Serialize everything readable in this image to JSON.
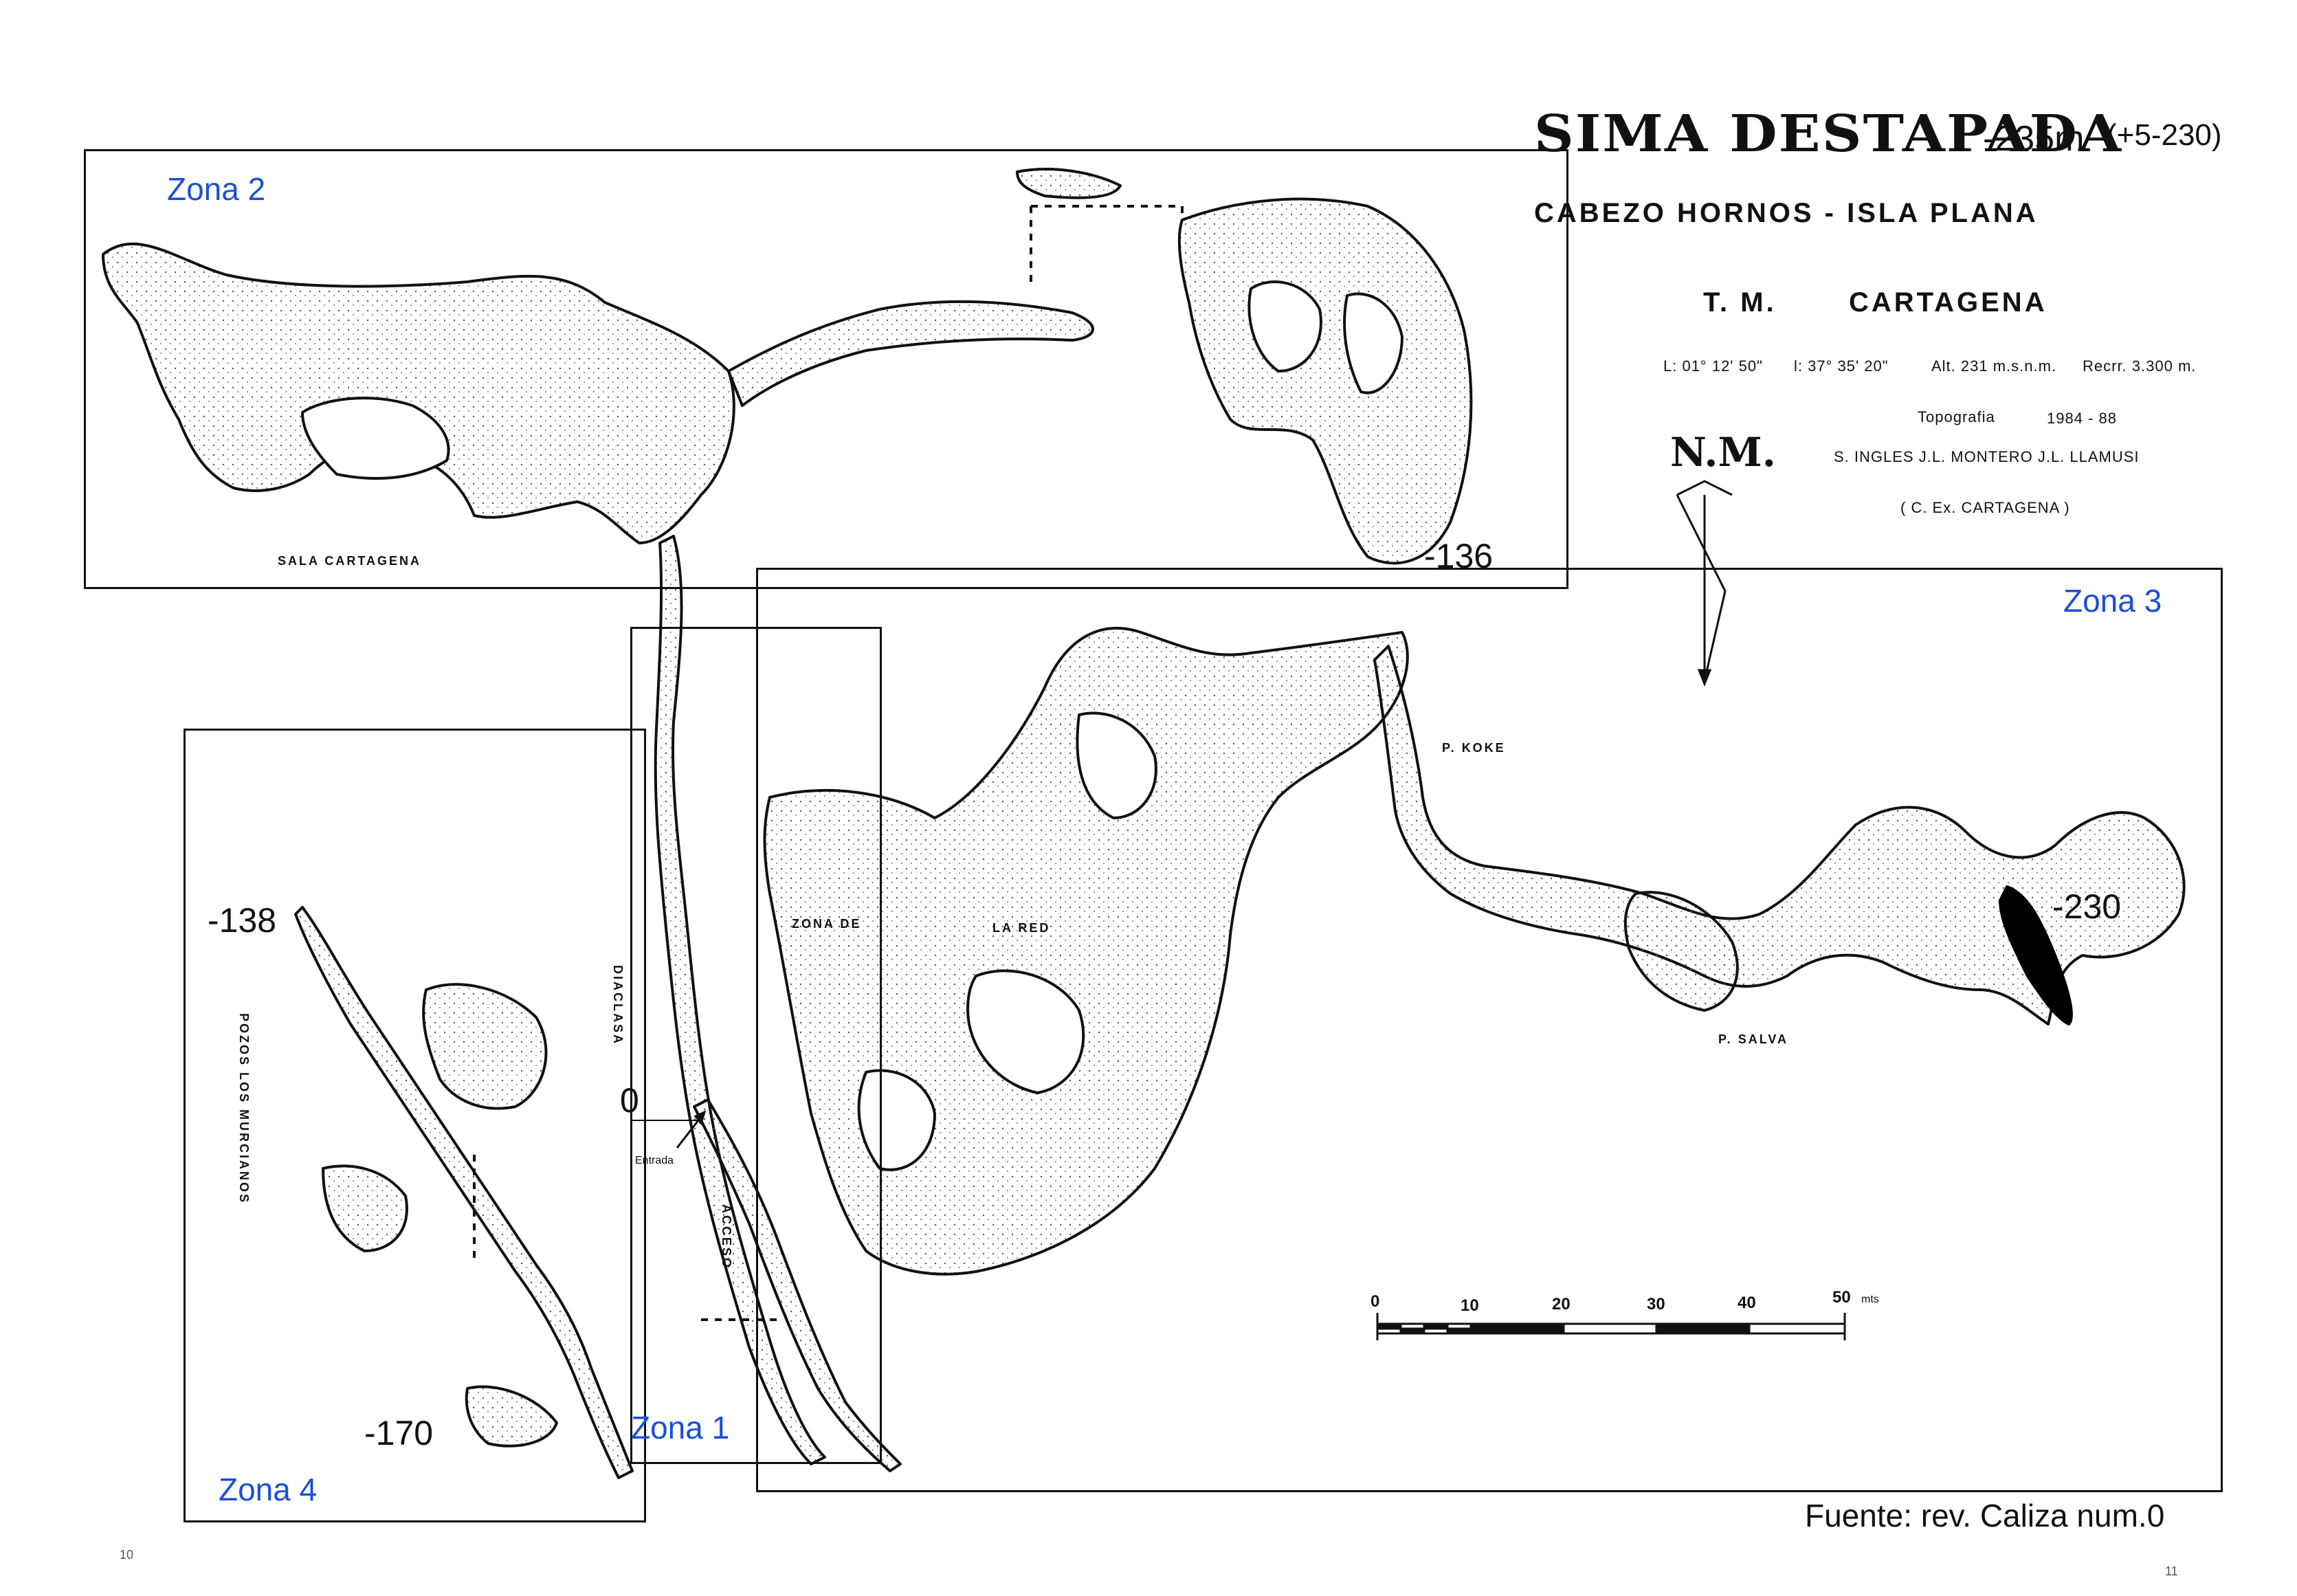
{
  "title": {
    "name": "SIMA DESTAPADA",
    "depth": "-235m",
    "depth_note": "(+5-230)"
  },
  "location": "CABEZO HORNOS - ISLA PLANA",
  "municipality": {
    "prefix": "T. M.",
    "name": "CARTAGENA"
  },
  "coords": {
    "lon": "L: 01° 12' 50\"",
    "lat": "l: 37° 35' 20\"",
    "alt": "Alt. 231 m.s.n.m.",
    "recorrido": "Recrr. 3.300 m."
  },
  "survey": {
    "topografia": "Topografia",
    "years": "1984 - 88",
    "authors": "S. INGLES   J.L. MONTERO   J.L. LLAMUSI",
    "club": "( C. Ex. CARTAGENA )"
  },
  "north": "N.M.",
  "zones": [
    {
      "label": "Zona 1"
    },
    {
      "label": "Zona 2"
    },
    {
      "label": "Zona 3"
    },
    {
      "label": "Zona 4"
    }
  ],
  "place_labels": {
    "sala": "SALA      CARTAGENA",
    "zona_red_1": "ZONA   DE",
    "zona_red_2": "LA   RED",
    "koke": "P. KOKE",
    "salva": "P. SALVA",
    "diaclasa": "DIACLASA",
    "acceso": "ACCESO",
    "entrada": "Entrada",
    "pozos": "POZOS   LOS   MURCIANOS"
  },
  "depths": {
    "d136": "-136",
    "d230": "-230",
    "d138": "-138",
    "d170": "-170",
    "d0": "0"
  },
  "scale": {
    "ticks": [
      "0",
      "10",
      "20",
      "30",
      "40",
      "50"
    ],
    "unit": "mts"
  },
  "source": "Fuente: rev. Caliza num.0",
  "page_numbers": {
    "left": "10",
    "right": "11"
  },
  "colors": {
    "zone_label": "#1a4fd8",
    "ink": "#111111",
    "cave_fill": "#f4f4f4",
    "sump": "#000000"
  }
}
